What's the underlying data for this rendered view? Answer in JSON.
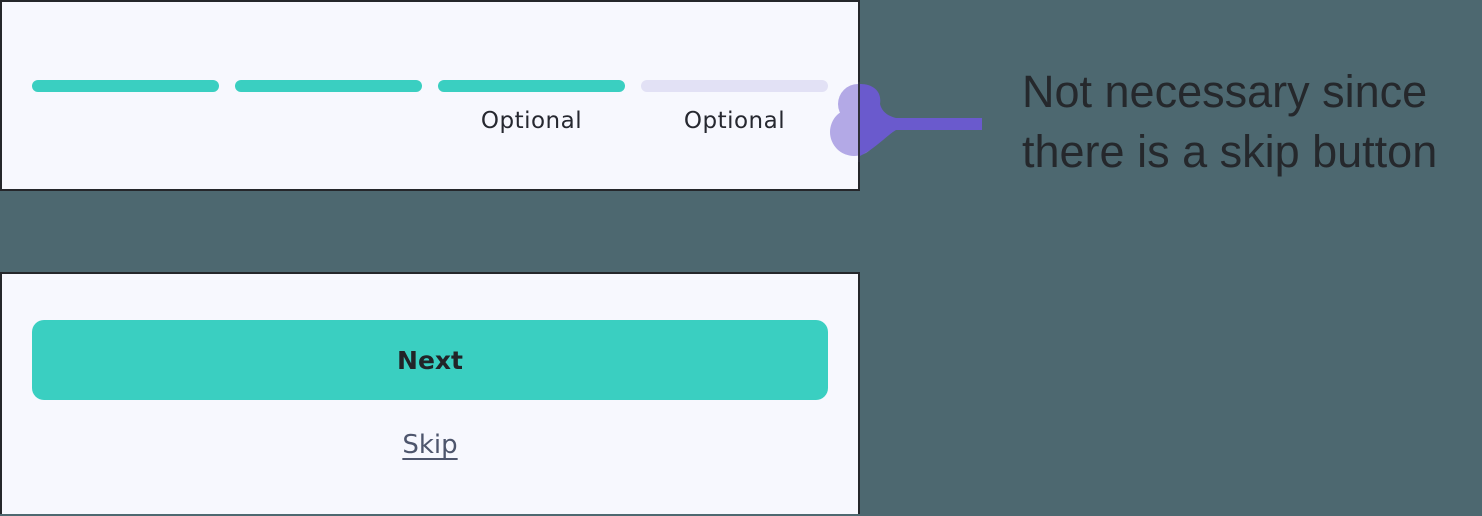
{
  "stepper": {
    "steps": [
      {
        "label": "",
        "state": "complete",
        "color": "#3acfc1"
      },
      {
        "label": "",
        "state": "complete",
        "color": "#3acfc1"
      },
      {
        "label": "Optional",
        "state": "complete",
        "color": "#3acfc1"
      },
      {
        "label": "Optional",
        "state": "incomplete",
        "color": "#e2e1f5"
      }
    ]
  },
  "actions": {
    "next_label": "Next",
    "skip_label": "Skip"
  },
  "annotation": {
    "line1": "Not necessary since",
    "line2": "there is a skip button",
    "marker_color": "#6a5acd",
    "marker_light_color": "#b3a9e6"
  },
  "colors": {
    "background": "#4d6870",
    "panel": "#f7f8fe",
    "accent": "#3acfc1",
    "inactive_step": "#e2e1f5",
    "text_dark": "#25282c",
    "link": "#4e566d"
  }
}
